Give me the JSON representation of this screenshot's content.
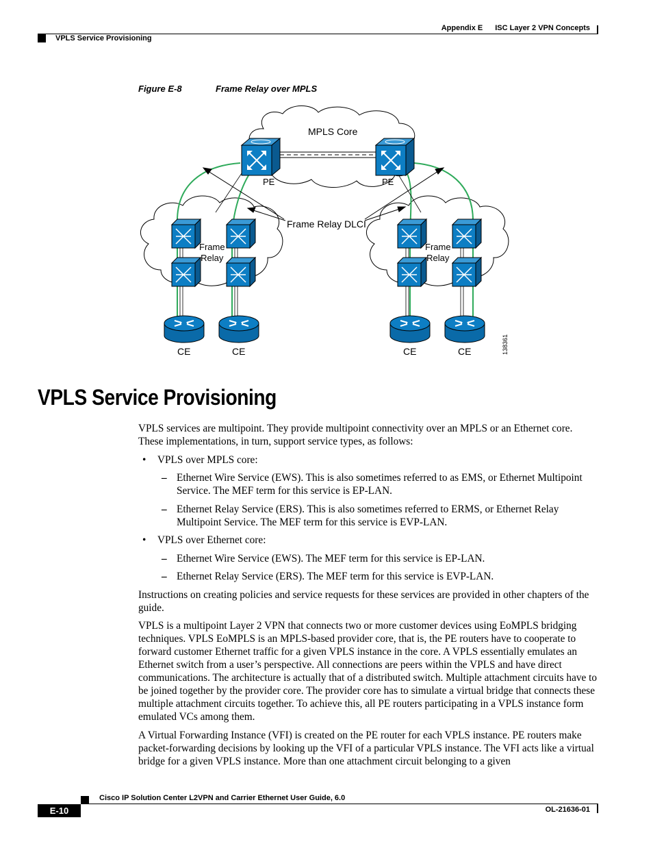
{
  "header": {
    "appendix": "Appendix E",
    "chapter": "ISC Layer 2 VPN Concepts",
    "section": "VPLS Service Provisioning"
  },
  "figure": {
    "number": "Figure E-8",
    "title": "Frame Relay over MPLS",
    "labels": {
      "core": "MPLS Core",
      "pe_left": "PE",
      "pe_right": "PE",
      "dlci": "Frame Relay DLCI",
      "fr_left_1": "Frame",
      "fr_left_2": "Relay",
      "fr_right_1": "Frame",
      "fr_right_2": "Relay",
      "ce1": "CE",
      "ce2": "CE",
      "ce3": "CE",
      "ce4": "CE",
      "figure_id": "138361"
    },
    "colors": {
      "router": "#0d7ec4",
      "router_dark": "#0a6aa8",
      "link_green": "#2eaa5a"
    }
  },
  "heading": "VPLS Service Provisioning",
  "content": {
    "intro": "VPLS services are multipoint. They provide multipoint connectivity over an MPLS or an Ethernet core. These implementations, in turn, support service types, as follows:",
    "bullet1": "VPLS over MPLS core:",
    "b1_dash1": "Ethernet Wire Service (EWS). This is also sometimes referred to as EMS, or Ethernet Multipoint Service. The MEF term for this service is EP-LAN.",
    "b1_dash2": "Ethernet Relay Service (ERS). This is also sometimes referred to ERMS, or Ethernet Relay Multipoint Service. The MEF term for this service is EVP-LAN.",
    "bullet2": "VPLS over Ethernet core:",
    "b2_dash1": "Ethernet Wire Service (EWS). The MEF term for this service is EP-LAN.",
    "b2_dash2": "Ethernet Relay Service (ERS). The MEF term for this service is EVP-LAN.",
    "para2": "Instructions on creating policies and service requests for these services are provided in other chapters of the guide.",
    "para3": "VPLS is a multipoint Layer 2 VPN that connects two or more customer devices using EoMPLS bridging techniques. VPLS EoMPLS is an MPLS-based provider core, that is, the PE routers have to cooperate to forward customer Ethernet traffic for a given VPLS instance in the core. A VPLS essentially emulates an Ethernet switch from a user’s perspective. All connections are peers within the VPLS and have direct communications. The architecture is actually that of a distributed switch. Multiple attachment circuits have to be joined together by the provider core. The provider core has to simulate a virtual bridge that connects these multiple attachment circuits together. To achieve this, all PE routers participating in a VPLS instance form emulated VCs among them.",
    "para4": "A Virtual Forwarding Instance (VFI) is created on the PE router for each VPLS instance. PE routers make packet-forwarding decisions by looking up the VFI of a particular VPLS instance. The VFI acts like a virtual bridge for a given VPLS instance. More than one attachment circuit belonging to a given"
  },
  "footer": {
    "title": "Cisco IP Solution Center L2VPN and Carrier Ethernet User Guide, 6.0",
    "page": "E-10",
    "doc_number": "OL-21636-01"
  }
}
